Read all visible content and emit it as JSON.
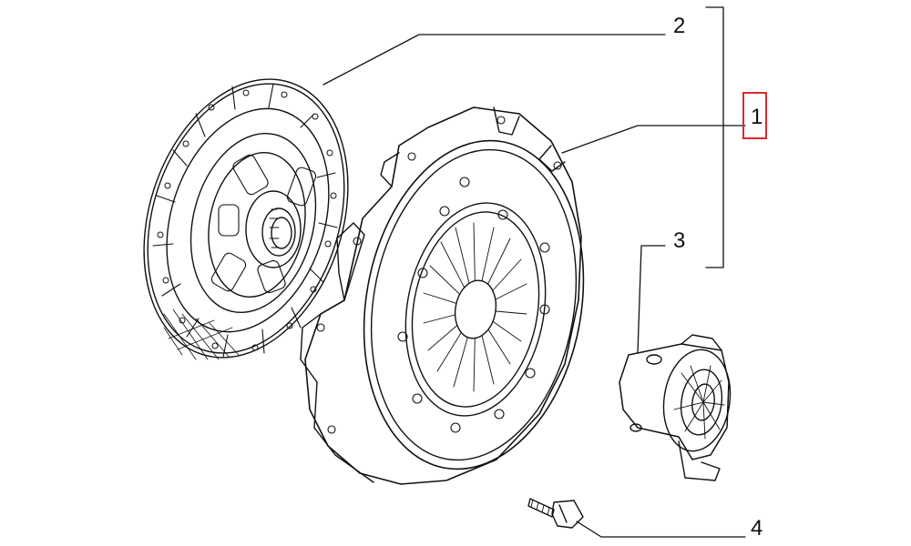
{
  "callouts": {
    "pressure_plate": "1",
    "clutch_disc": "2",
    "release_bearing": "3",
    "bolt": "4"
  },
  "highlight_color": "#e0262a",
  "highlighted_callout": "1"
}
